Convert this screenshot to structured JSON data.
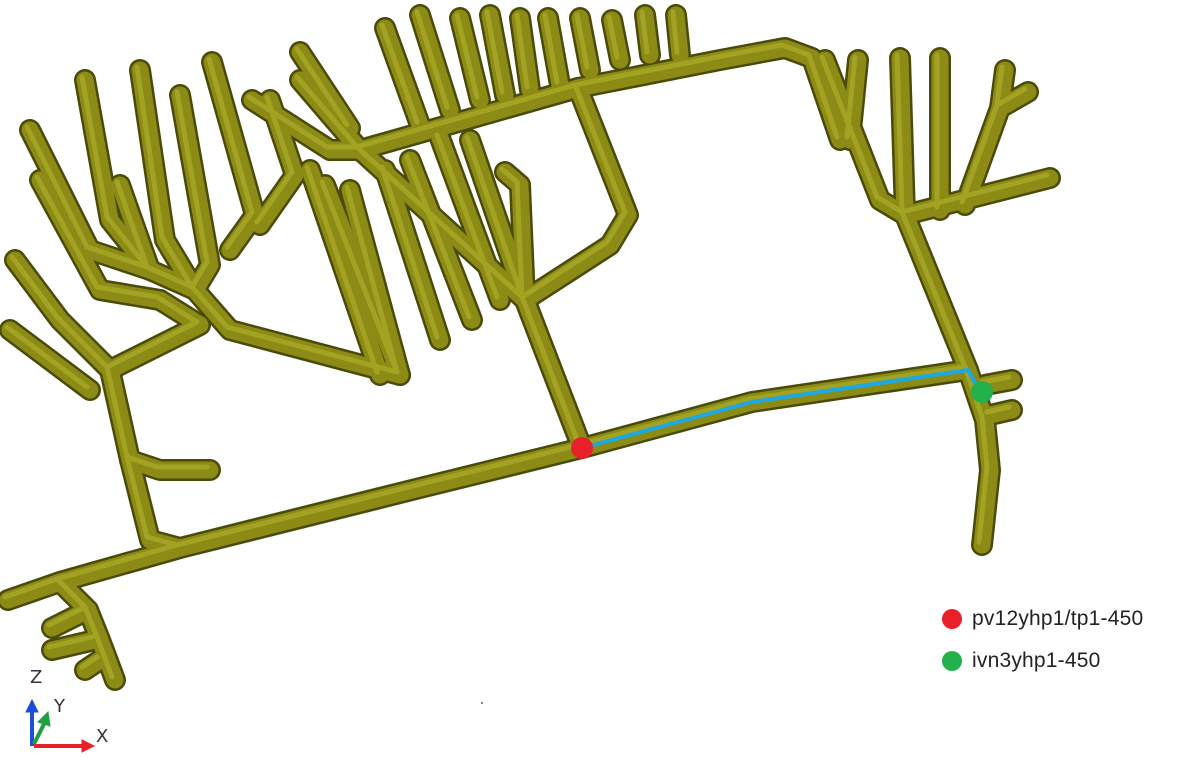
{
  "colors": {
    "tunnel": "#8b8b16",
    "tunnel_shadow": "#4a4a0a",
    "route": "#1ea7e1",
    "start_point": "#e8202a",
    "end_point": "#22b14c",
    "axis_x": "#e8202a",
    "axis_y": "#22a040",
    "axis_z": "#1a4fd8"
  },
  "legend": [
    {
      "label": "pv12yhp1/tp1-450",
      "color": "#e8202a"
    },
    {
      "label": "ivn3yhp1-450",
      "color": "#22b14c"
    }
  ],
  "axes": {
    "x": "X",
    "y": "Y",
    "z": "Z"
  }
}
